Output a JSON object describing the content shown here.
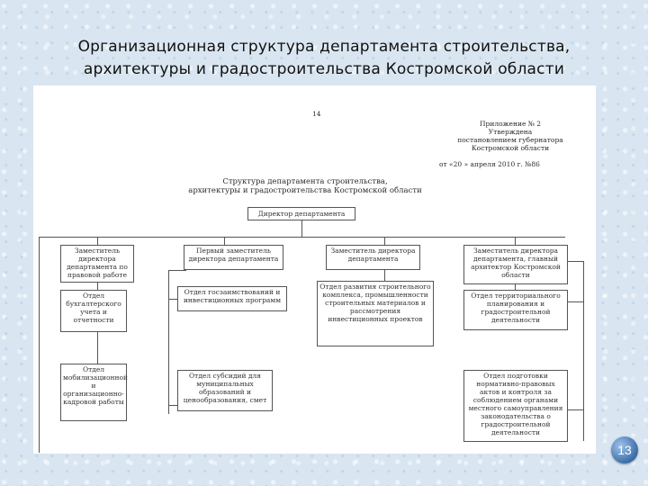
{
  "slide": {
    "title_line1": "Организационная структура департамента строительства,",
    "title_line2": "архитектуры и градостроительства Костромской области",
    "page_number": "13"
  },
  "document": {
    "page_num": "14",
    "approval": {
      "line1": "Приложение № 2",
      "line2": "Утверждена",
      "line3": "постановлением губернатора",
      "line4": "Костромской области",
      "line5": "от «20 » апреля 2010 г. №86"
    },
    "structure_title1": "Структура департамента строительства,",
    "structure_title2": "архитектуры и градостроительства Костромской области",
    "director": "Директор департамента",
    "deputies": [
      "Заместитель директора департамента по правовой работе",
      "Первый заместитель директора департамента",
      "Заместитель директора департамента",
      "Заместитель директора департамента, главный архитектор Костромской области"
    ],
    "departments_row1": [
      "Отдел бухгалтерского учета и отчетности",
      "Отдел госзаимствований и инвестиционных программ",
      "Отдел развития строительного комплекса, промышленности строительных материалов и рассмотрения инвестиционных проектов",
      "Отдел территориального планирования и градостроительной деятельности"
    ],
    "departments_row2": [
      "Отдел мобилизационной и организационно-кадровой работы",
      "Отдел субсидий для муниципальных образований и ценообразования, смет",
      "Отдел подготовки нормативно-правовых актов и контроля за соблюдением органами местного самоуправления законодательства о градостроительной деятельности"
    ]
  }
}
